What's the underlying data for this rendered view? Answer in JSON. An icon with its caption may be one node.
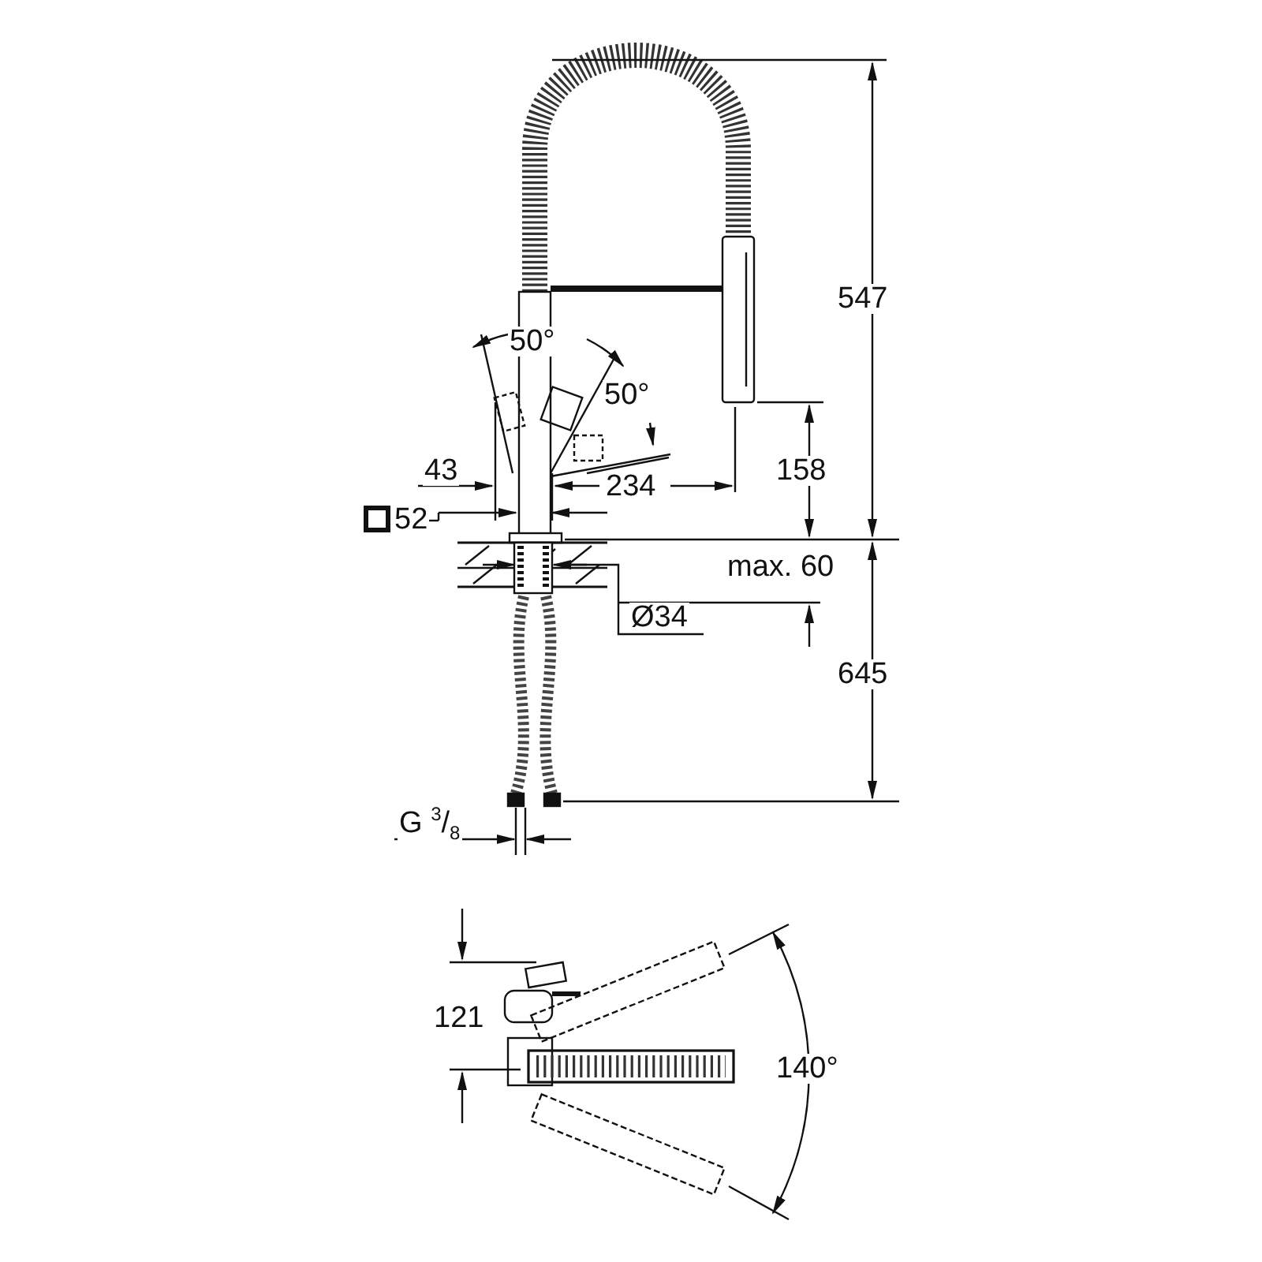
{
  "diagram": {
    "labels": [
      "547",
      "50°",
      "50°",
      "43",
      "234",
      "158",
      "52",
      "max. 60",
      "Ø34",
      "645",
      "G $^{3}$/$_{8}$",
      "121",
      "140°"
    ]
  }
}
